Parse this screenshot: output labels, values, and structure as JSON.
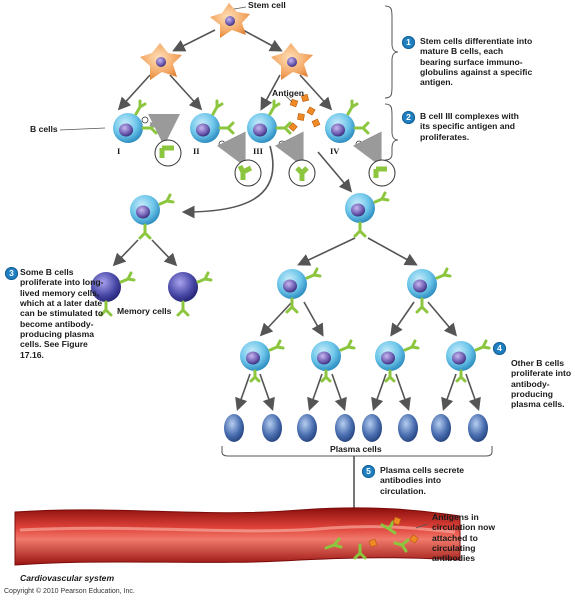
{
  "labels": {
    "stem_cell": "Stem cell",
    "b_cells": "B cells",
    "antigen": "Antigen",
    "memory_cells": "Memory cells",
    "plasma_cells": "Plasma cells",
    "cardiovascular": "Cardiovascular system",
    "roman_1": "I",
    "roman_2": "II",
    "roman_3": "III",
    "roman_4": "IV"
  },
  "steps": [
    {
      "number": "1",
      "text": "Stem cells differentiate into mature B cells, each bearing surface immuno-globulins against a specific antigen."
    },
    {
      "number": "2",
      "text": "B cell III complexes with its specific antigen and proliferates."
    },
    {
      "number": "3",
      "text": "Some B cells proliferate into long-lived memory cells, which at a later date can be stimulated to become antibody-producing plasma cells. See Figure 17.16."
    },
    {
      "number": "4",
      "text": "Other B cells proliferate into antibody-producing plasma cells."
    },
    {
      "number": "5",
      "text": "Plasma cells secrete antibodies into circulation."
    }
  ],
  "annotation_antigens": "Antigens in circulation now attached to circulating antibodies",
  "copyright": "Copyright © 2010 Pearson Education, Inc.",
  "colors": {
    "b_cell_body": "#6ec6ea",
    "nucleus": "#5a4a9c",
    "stem_cell": "#f2a35e",
    "receptor": "#8cc63f",
    "antigen": "#f08a24",
    "memory_cell": "#4a4aa8",
    "plasma_cell": "#4a6fb0",
    "vessel": "#c0201c",
    "step_badge": "#1f7fc1",
    "arrow": "#555555"
  }
}
